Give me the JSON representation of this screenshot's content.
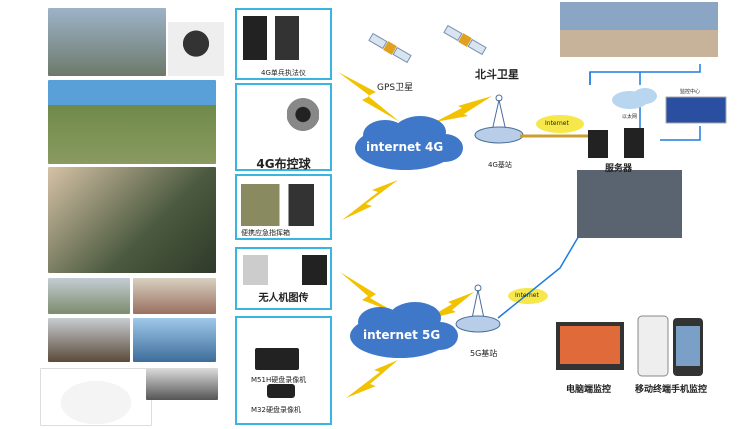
{
  "devices": {
    "body_cam": "4G单兵执法仪",
    "ptz": "4G布控球",
    "command_box": "便携应急指挥箱",
    "drone": "无人机图传",
    "m51h": "M51H硬盘录像机",
    "m32": "M32硬盘录像机"
  },
  "satellites": {
    "gps": "GPS卫星",
    "beidou": "北斗卫星"
  },
  "clouds": {
    "net4g": "internet 4G",
    "net5g": "internet 5G"
  },
  "stations": {
    "s4g": "4G基站",
    "s5g": "5G基站"
  },
  "internet_label": "Internet",
  "ethernet": "以太网",
  "monitor_center": "监控中心",
  "server": "服务器",
  "pc_monitor": "电脑端监控",
  "mobile_monitor": "移动终端手机监控",
  "colors": {
    "border": "#3ab4e0",
    "cloud": "#3f78c8",
    "bolt": "#f2c200",
    "arrow": "#1e7be0"
  }
}
